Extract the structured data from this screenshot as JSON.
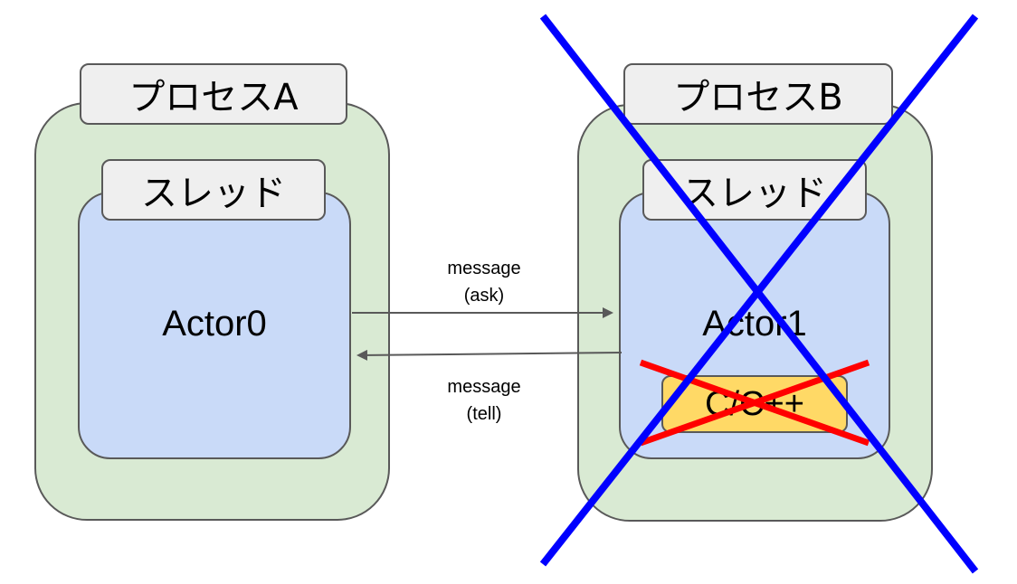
{
  "process_a": {
    "label": "プロセスA",
    "thread_label": "スレッド",
    "actor": "Actor0"
  },
  "process_b": {
    "label": "プロセスB",
    "thread_label": "スレッド",
    "actor": "Actor1",
    "native_module": "C/C++"
  },
  "messages": [
    {
      "line1": "message",
      "line2": "(ask)",
      "direction": "A-to-B"
    },
    {
      "line1": "message",
      "line2": "(tell)",
      "direction": "B-to-A"
    }
  ],
  "marks": {
    "process_b_cross_color": "#0000ff",
    "native_cross_color": "#ff0000"
  }
}
